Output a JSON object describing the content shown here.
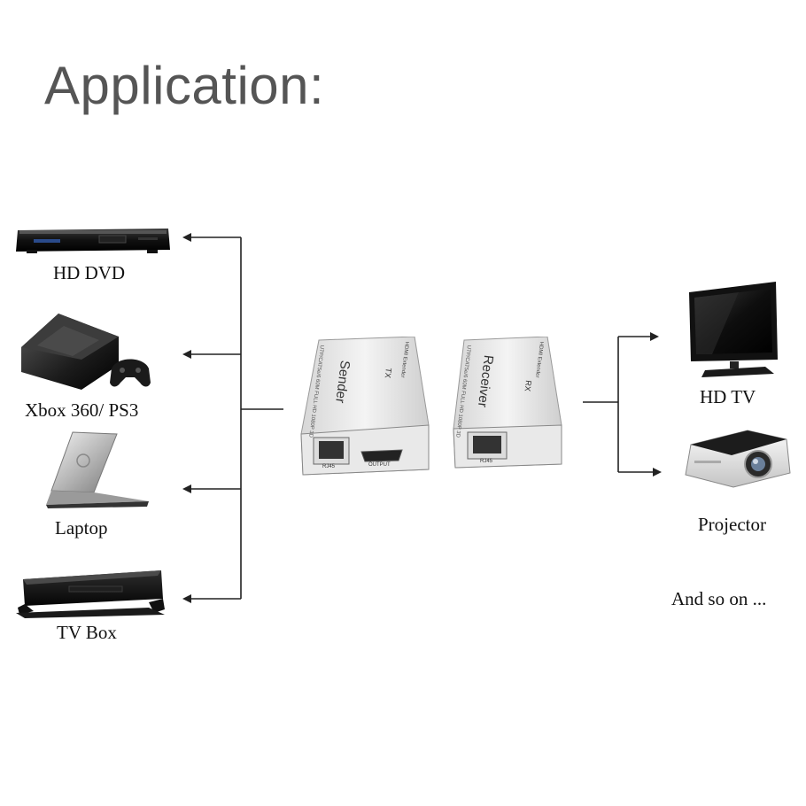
{
  "header": {
    "title": "Application:"
  },
  "sources": [
    {
      "label": "HD DVD",
      "icon": "dvd-player-icon"
    },
    {
      "label": "Xbox 360/ PS3",
      "icon": "game-console-icon"
    },
    {
      "label": "Laptop",
      "icon": "laptop-icon"
    },
    {
      "label": "TV Box",
      "icon": "set-top-box-icon"
    }
  ],
  "center": {
    "sender": {
      "name": "Sender",
      "tag": "TX",
      "brand": "HDMI Extender",
      "spec": "UTP/CAT5e/6 60M FULL HD 1080P 3D",
      "ports": [
        "RJ45",
        "OUTPUT"
      ]
    },
    "receiver": {
      "name": "Receiver",
      "tag": "RX",
      "brand": "HDMI Extender",
      "spec": "UTP/CAT5e/6 60M FULL HD 1080P 3D",
      "ports": [
        "RJ45"
      ]
    }
  },
  "displays": [
    {
      "label": "HD TV",
      "icon": "tv-icon"
    },
    {
      "label": "Projector",
      "icon": "projector-icon"
    }
  ],
  "footer_note": "And so on ...",
  "colors": {
    "title": "#555555",
    "text": "#111111",
    "lines": "#222222",
    "device_body": "#e6e6e6"
  }
}
